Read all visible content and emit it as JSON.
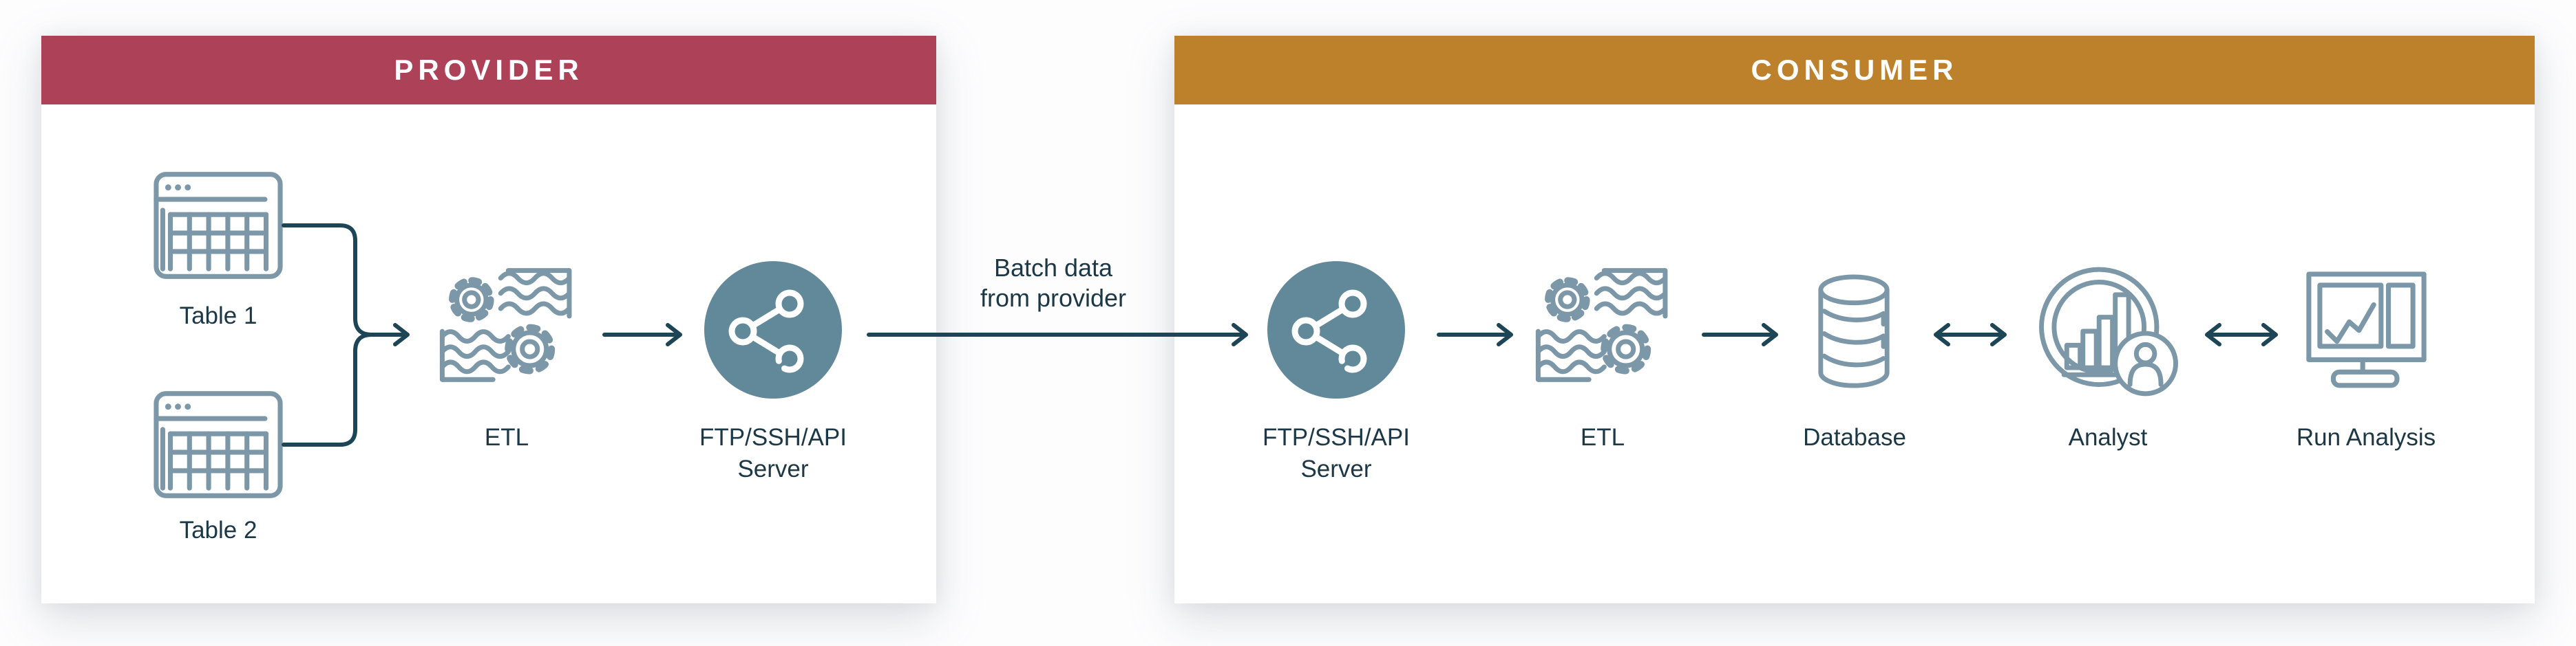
{
  "provider": {
    "title": "PROVIDER",
    "table1_label": "Table 1",
    "table2_label": "Table 2",
    "etl_label": "ETL",
    "server_label_line1": "FTP/SSH/API",
    "server_label_line2": "Server"
  },
  "consumer": {
    "title": "CONSUMER",
    "server_label_line1": "FTP/SSH/API",
    "server_label_line2": "Server",
    "etl_label": "ETL",
    "database_label": "Database",
    "analyst_label": "Analyst",
    "run_analysis_label": "Run Analysis"
  },
  "transfer": {
    "label_line1": "Batch data",
    "label_line2": "from provider"
  },
  "colors": {
    "provider_banner": "#AD4157",
    "consumer_banner": "#BD812C",
    "icon_stroke": "#7C98A8",
    "connector_stroke": "#1D4555",
    "label_text": "#1C3846",
    "server_circle_fill": "#61899A",
    "banner_text": "#FFFFFF",
    "panel_background": "#FFFFFF"
  }
}
